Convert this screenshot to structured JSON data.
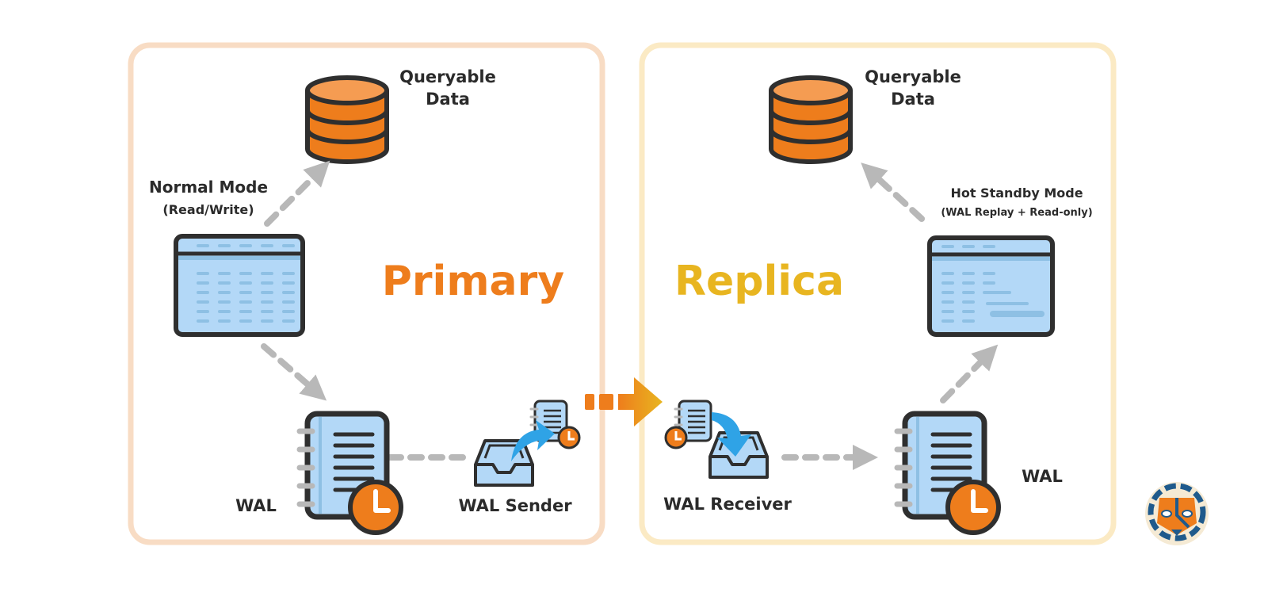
{
  "colors": {
    "primary_accent": "#ee7d1c",
    "replica_accent": "#e8b520",
    "primary_border": "#f8dcc4",
    "replica_border": "#fbeac4",
    "arrow_gray": "#b8b8b8",
    "outline": "#2f2f2f",
    "light_blue": "#b3d8f7",
    "mid_blue": "#8ec0e4",
    "bright_blue": "#2fa3e6",
    "orange": "#ee7d1c"
  },
  "primary": {
    "title": "Primary",
    "database_label_line1": "Queryable",
    "database_label_line2": "Data",
    "mode_label_line1": "Normal Mode",
    "mode_label_line2": "(Read/Write)",
    "wal_label": "WAL",
    "sender_label": "WAL Sender"
  },
  "replica": {
    "title": "Replica",
    "database_label_line1": "Queryable",
    "database_label_line2": "Data",
    "mode_label_line1": "Hot Standby Mode",
    "mode_label_line2": "(WAL Replay + Read-only)",
    "wal_label": "WAL",
    "receiver_label": "WAL Receiver"
  }
}
